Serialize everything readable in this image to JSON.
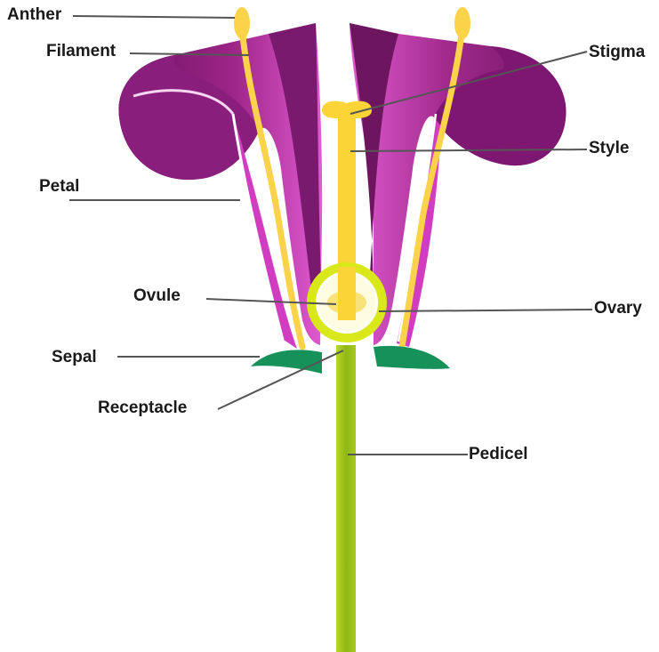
{
  "diagram": {
    "labels": {
      "anther": "Anther",
      "filament": "Filament",
      "petal": "Petal",
      "ovule": "Ovule",
      "sepal": "Sepal",
      "receptacle": "Receptacle",
      "stigma": "Stigma",
      "style": "Style",
      "ovary": "Ovary",
      "pedicel": "Pedicel"
    }
  },
  "colors": {
    "petal_dark": "#7a1a6e",
    "petal_mid": "#a8298f",
    "petal_light": "#e35fd3",
    "stamen": "#fbd34a",
    "pistil": "#fbd437",
    "ovary_ring": "#d9e81a",
    "sepal": "#17915a",
    "stem": "#9bc31a",
    "leader_line": "#555555"
  }
}
